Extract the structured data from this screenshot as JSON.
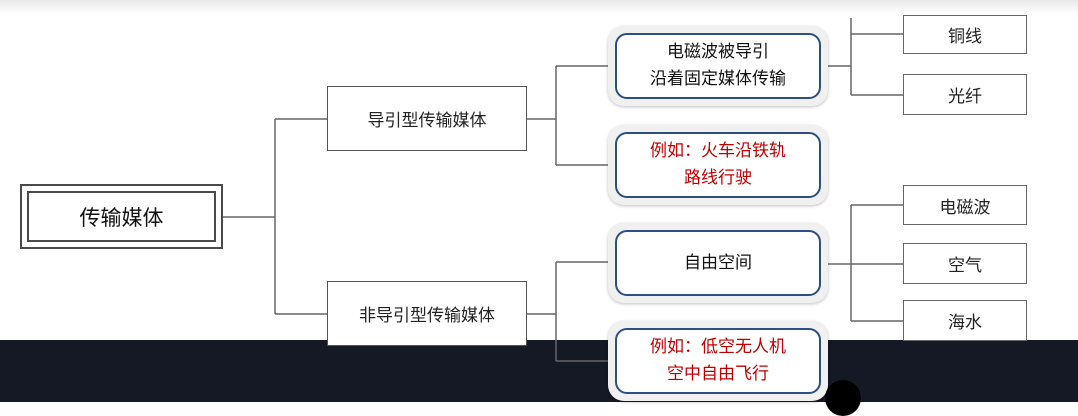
{
  "root": {
    "label": "传输媒体"
  },
  "guided": {
    "label": "导引型传输媒体",
    "desc": {
      "line1": "电磁波被导引",
      "line2": "沿着固定媒体传输"
    },
    "example": {
      "line1": "例如：火车沿铁轨",
      "line2": "路线行驶"
    },
    "leaves": [
      "铜线",
      "光纤"
    ]
  },
  "unguided": {
    "label": "非导引型传输媒体",
    "desc": {
      "line1": "自由空间"
    },
    "example": {
      "line1": "例如：低空无人机",
      "line2": "空中自由飞行"
    },
    "leaves": [
      "电磁波",
      "空气",
      "海水"
    ]
  },
  "colors": {
    "example_text": "#c00000",
    "rounded_border": "#2b4f7e",
    "bottom_band": "#141925"
  }
}
